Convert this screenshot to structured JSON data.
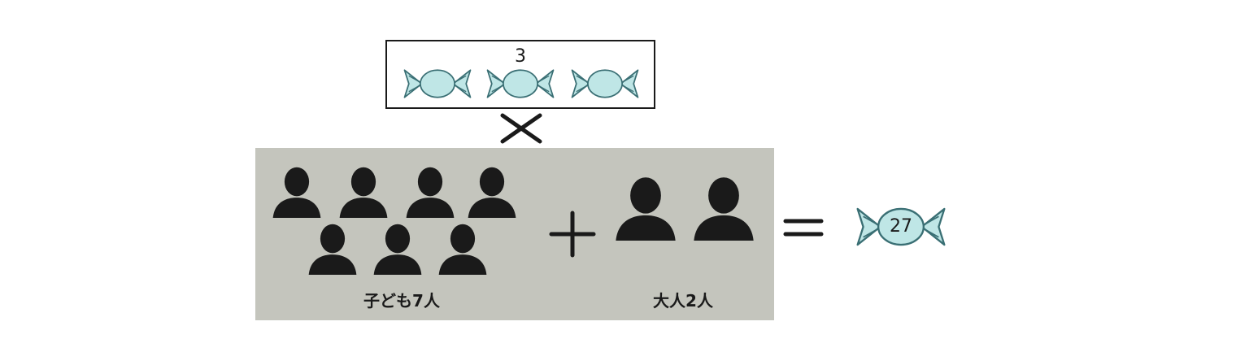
{
  "candy_group": {
    "count_label": "3",
    "candies": 3,
    "icon": "candy-icon"
  },
  "operators": {
    "times": "×",
    "plus": "+",
    "equals": "="
  },
  "children": {
    "label": "子ども7人",
    "count": 7,
    "icon": "person-icon"
  },
  "adults": {
    "label": "大人2人",
    "count": 2,
    "icon": "person-icon"
  },
  "result": {
    "value": "27",
    "icon": "candy-icon"
  },
  "colors": {
    "candy_fill": "#bfe6e6",
    "candy_stroke": "#3a6f74",
    "panel": "#c4c5bd",
    "silhouette": "#1a1a1a"
  }
}
